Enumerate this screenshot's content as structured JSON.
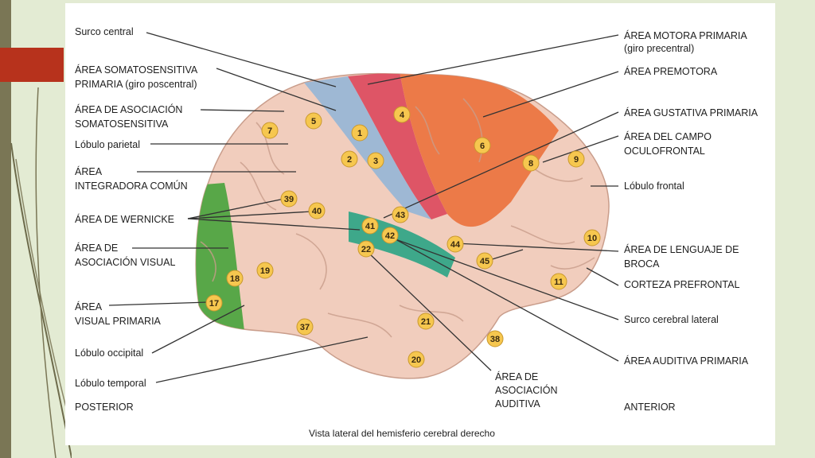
{
  "colors": {
    "background": "#e3ebd3",
    "accent_red": "#b7321c",
    "brain_base": "#f1cdbd",
    "motor_red": "#de5566",
    "somato_blue": "#9eb8d4",
    "premotor_orange": "#ec7a48",
    "visual_green": "#58a748",
    "auditory_teal": "#3ea88a",
    "number_badge": "#f6c74f"
  },
  "caption": "Vista lateral del hemisferio cerebral derecho",
  "labels_left": {
    "surco_central": "Surco central",
    "somato_primaria": [
      "ÁREA SOMATOSENSITIVA",
      "PRIMARIA (giro poscentral)"
    ],
    "asociacion_somato": [
      "ÁREA DE ASOCIACIÓN",
      "SOMATOSENSITIVA"
    ],
    "lobulo_parietal": "Lóbulo parietal",
    "integradora": [
      "ÁREA",
      "INTEGRADORA COMÚN"
    ],
    "wernicke": "ÁREA DE WERNICKE",
    "asociacion_visual": [
      "ÁREA DE",
      "ASOCIACIÓN VISUAL"
    ],
    "visual_primaria": [
      "ÁREA",
      "VISUAL PRIMARIA"
    ],
    "lobulo_occipital": "Lóbulo occipital",
    "lobulo_temporal": "Lóbulo temporal",
    "posterior": "POSTERIOR"
  },
  "labels_right": {
    "motora_primaria": [
      "ÁREA MOTORA PRIMARIA",
      "(giro precentral)"
    ],
    "premotora": "ÁREA PREMOTORA",
    "gustativa": "ÁREA GUSTATIVA PRIMARIA",
    "campo_oculofrontal": [
      "ÁREA DEL CAMPO",
      "OCULOFRONTAL"
    ],
    "lobulo_frontal": "Lóbulo frontal",
    "broca": [
      "ÁREA DE LENGUAJE DE",
      "BROCA"
    ],
    "prefrontal": "CORTEZA PREFRONTAL",
    "surco_lateral": "Surco cerebral lateral",
    "auditiva_primaria": "ÁREA AUDITIVA PRIMARIA",
    "anterior": "ANTERIOR"
  },
  "labels_bottom": {
    "asociacion_auditiva": [
      "ÁREA DE",
      "ASOCIACIÓN",
      "AUDITIVA"
    ]
  },
  "areas": [
    "1",
    "2",
    "3",
    "4",
    "5",
    "6",
    "7",
    "8",
    "9",
    "10",
    "11",
    "17",
    "18",
    "19",
    "20",
    "21",
    "22",
    "37",
    "38",
    "39",
    "40",
    "41",
    "42",
    "43",
    "44",
    "45"
  ]
}
